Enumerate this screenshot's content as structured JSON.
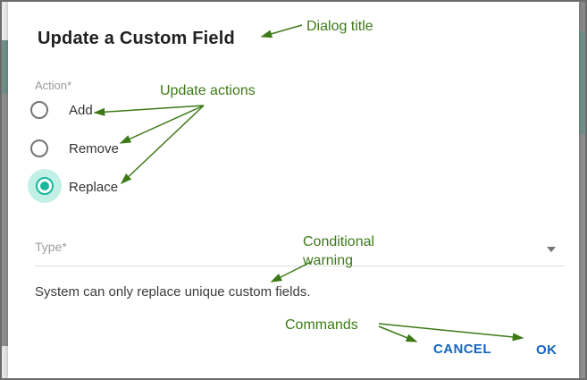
{
  "dialog": {
    "title": "Update a Custom Field",
    "action_label": "Action*",
    "radios": [
      {
        "label": "Add",
        "selected": false
      },
      {
        "label": "Remove",
        "selected": false
      },
      {
        "label": "Replace",
        "selected": true
      }
    ],
    "type_label": "Type*",
    "warning": "System can only replace unique custom fields.",
    "cancel_label": "CANCEL",
    "ok_label": "OK"
  },
  "annotations": {
    "dialog_title": "Dialog title",
    "update_actions": "Update actions",
    "conditional_warning_line1": "Conditional",
    "conditional_warning_line2": "warning",
    "commands": "Commands"
  },
  "colors": {
    "annotation_green": "#3d7a17",
    "accent_teal": "#19b79f",
    "accent_teal_halo": "#c2f0e6",
    "button_blue": "#1565c0",
    "title_text": "#212121",
    "muted_label": "#9a9a9a"
  }
}
